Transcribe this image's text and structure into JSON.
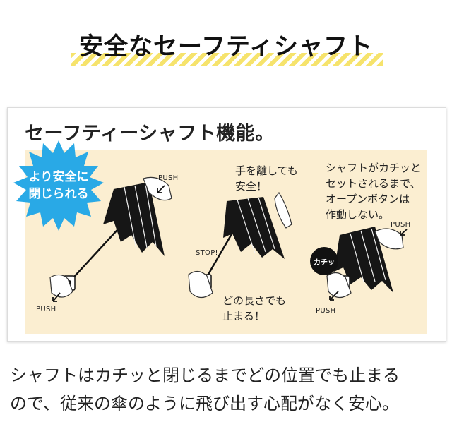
{
  "heading": "安全なセーフティシャフト",
  "panel": {
    "title": "セーフティーシャフト機能。",
    "burst_line1": "より安全に",
    "burst_line2": "閉じられる",
    "push_label": "PUSH",
    "stop_label": "STOP!",
    "kachi_label": "カチッ",
    "step2_top_line1": "手を離しても",
    "step2_top_line2": "安全！",
    "step2_bottom_line1": "どの長さでも",
    "step2_bottom_line2": "止まる！",
    "step3_line1": "シャフトがカチッと",
    "step3_line2": "セットされるまで、",
    "step3_line3": "オープンボタンは",
    "step3_line4": "作動しない。"
  },
  "body": {
    "line1": "シャフトはカチッと閉じるまでどの位置でも止まる",
    "line2": "ので、従来の傘のように飛び出す心配がなく安心。"
  },
  "colors": {
    "stripe": "#f6e36c",
    "cream": "#fbeed1",
    "burst": "#29a9e6"
  }
}
